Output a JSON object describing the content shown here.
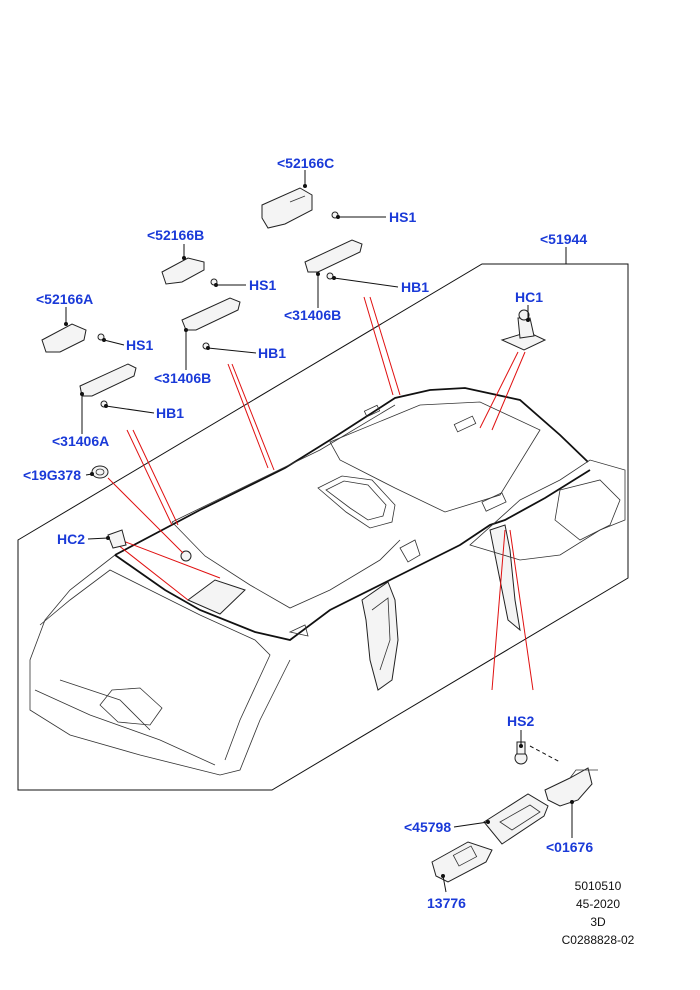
{
  "diagram": {
    "callouts": {
      "c52166C": "<52166C",
      "c52166B": "<52166B",
      "c52166A": "<52166A",
      "c51944": "<51944",
      "c31406B_right": "<31406B",
      "c31406B_left": "<31406B",
      "c31406A": "<31406A",
      "c19G378": "<19G378",
      "cHC1": "HC1",
      "cHC2": "HC2",
      "cHS1_a": "HS1",
      "cHS1_b": "HS1",
      "cHS1_c": "HS1",
      "cHB1_a": "HB1",
      "cHB1_b": "HB1",
      "cHB1_c": "HB1",
      "cHS2": "HS2",
      "c45798": "<45798",
      "c01676": "<01676",
      "c13776": "13776"
    },
    "meta": {
      "code": "5010510",
      "group": "45-2020",
      "view": "3D",
      "ref": "C0288828-02"
    },
    "colors": {
      "callout": "#1a3ad8",
      "leader_highlight": "#e01010",
      "line": "#111111"
    }
  }
}
